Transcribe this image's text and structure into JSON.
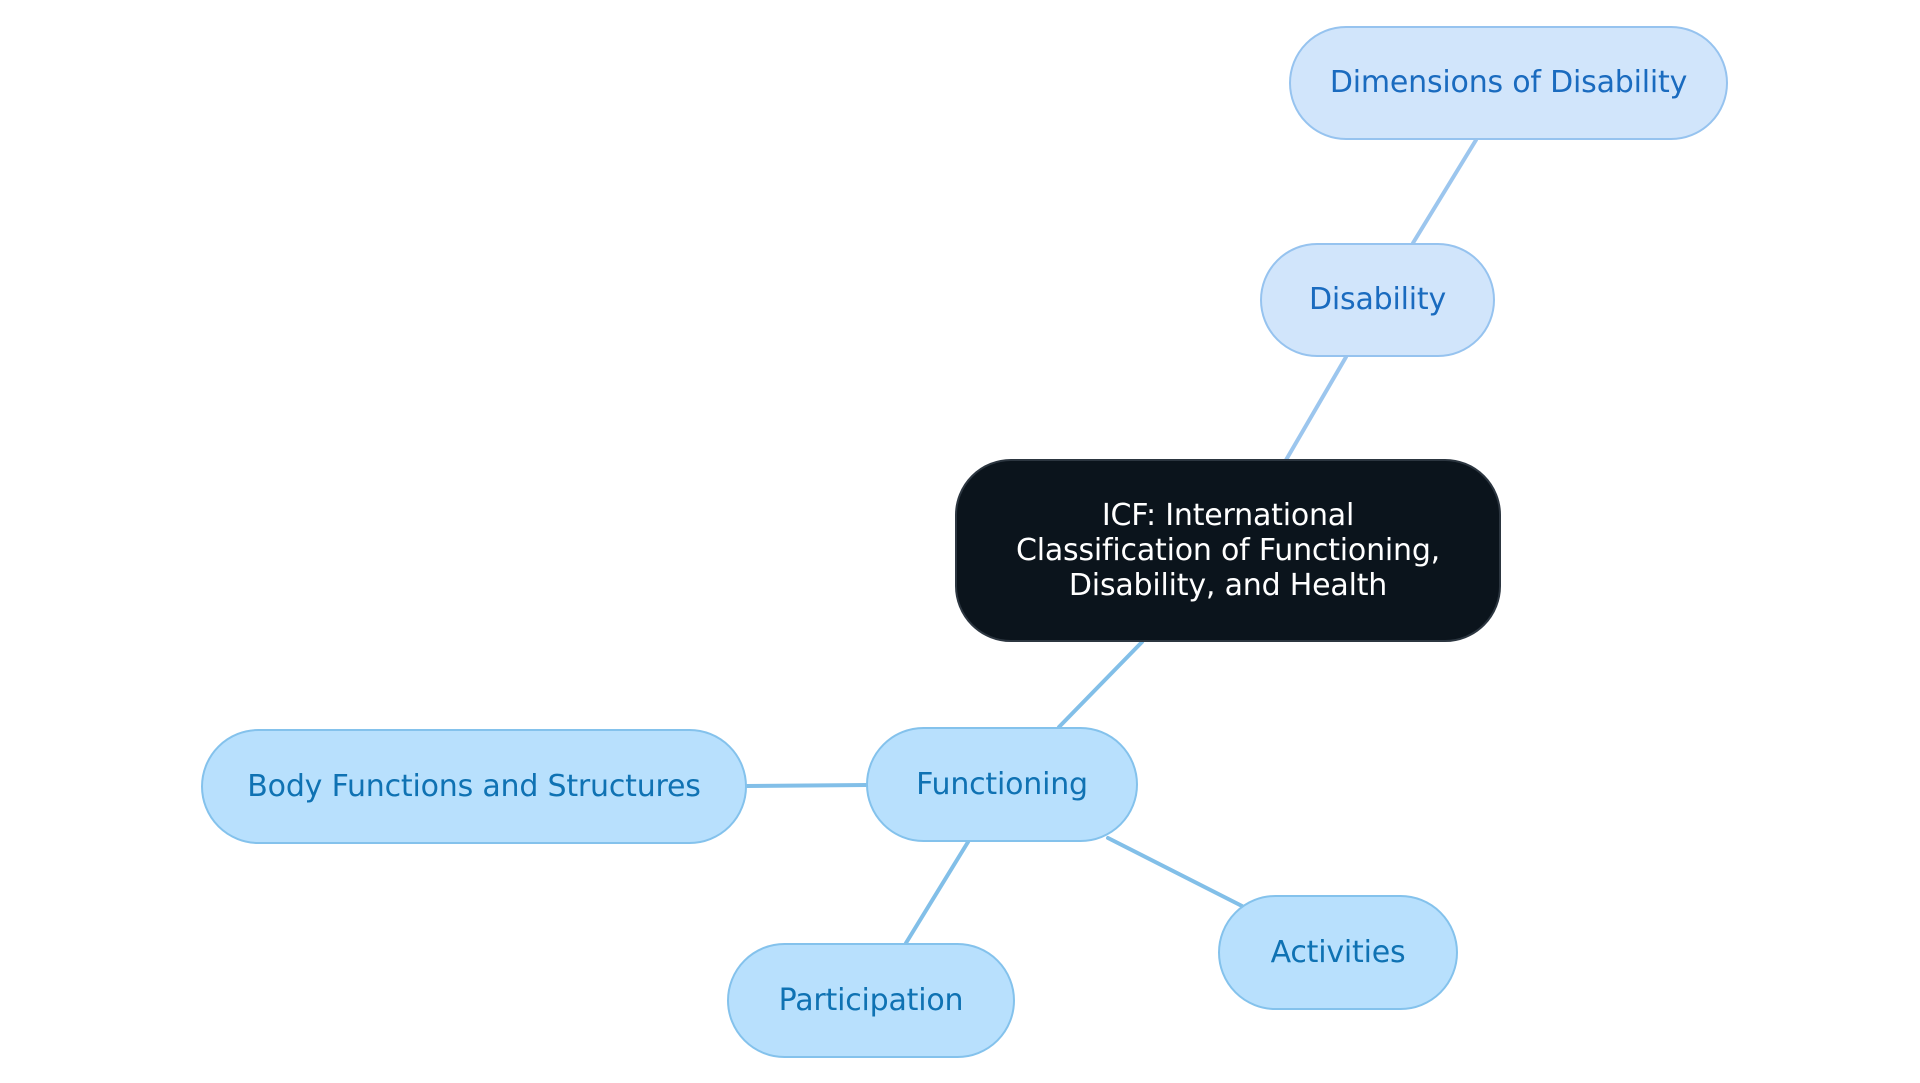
{
  "diagram": {
    "type": "mind-map",
    "colors": {
      "root_fill": "#0b141c",
      "root_text": "#ffffff",
      "disability_branch_fill": "#d1e5fb",
      "disability_branch_border": "#96c3ef",
      "disability_branch_text": "#1a6bbf",
      "functioning_branch_fill": "#b8e0fd",
      "functioning_branch_border": "#84c2ec",
      "functioning_branch_text": "#0f72b3",
      "disability_edge": "#9cc6ee",
      "functioning_edge": "#82bfe8"
    },
    "nodes": {
      "root": "ICF: International Classification of Functioning, Disability, and Health",
      "disability": "Disability",
      "dimensions": "Dimensions of Disability",
      "functioning": "Functioning",
      "body": "Body Functions and Structures",
      "participation": "Participation",
      "activities": "Activities"
    },
    "edges": [
      {
        "from": "root",
        "to": "disability"
      },
      {
        "from": "disability",
        "to": "dimensions"
      },
      {
        "from": "root",
        "to": "functioning"
      },
      {
        "from": "functioning",
        "to": "body"
      },
      {
        "from": "functioning",
        "to": "participation"
      },
      {
        "from": "functioning",
        "to": "activities"
      }
    ]
  }
}
